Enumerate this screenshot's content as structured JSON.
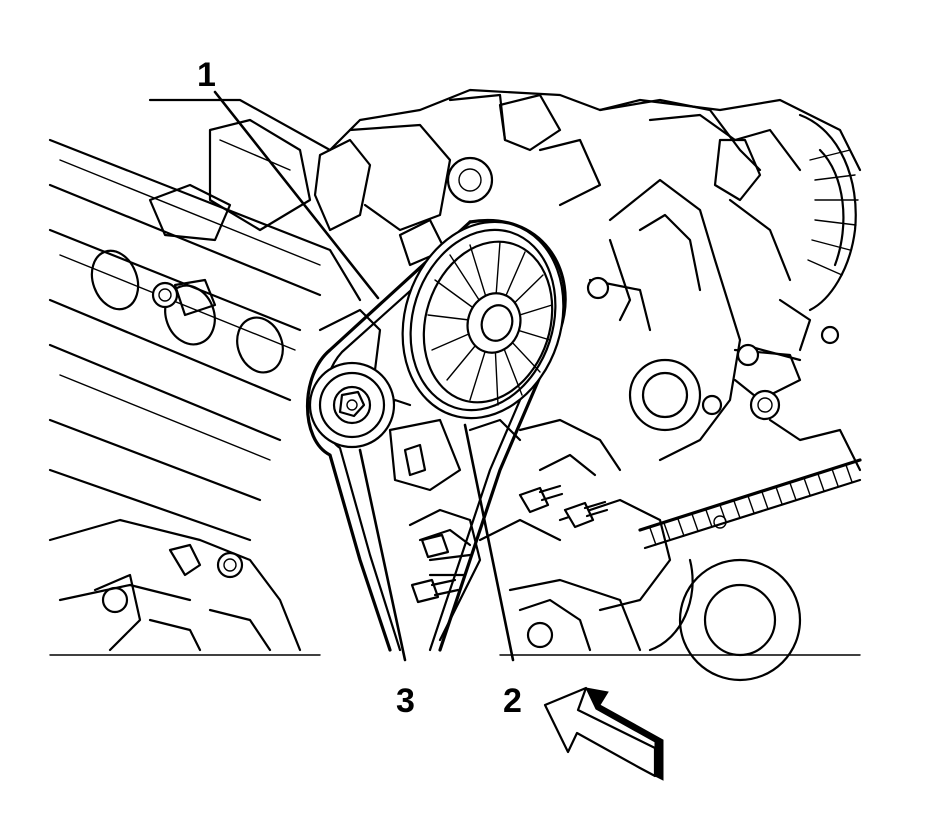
{
  "callouts": [
    {
      "id": "1",
      "label": "1"
    },
    {
      "id": "2",
      "label": "2"
    },
    {
      "id": "3",
      "label": "3"
    }
  ],
  "icons": {
    "view_arrow": "view-direction-arrow-icon"
  }
}
